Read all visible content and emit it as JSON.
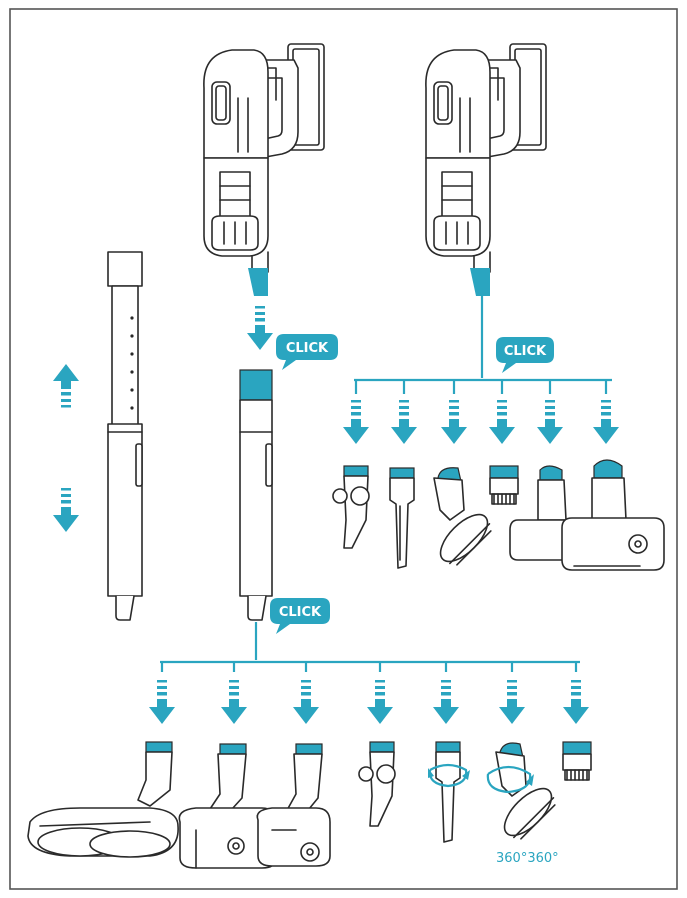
{
  "labels": {
    "click_top": "CLICK",
    "click_middle": "CLICK",
    "click_bottom": "CLICK",
    "rotation": "360°360°"
  },
  "colors": {
    "accent": "#2aa5c0",
    "line": "#2a2a2a",
    "frame": "#555555"
  },
  "icons": {
    "arrow": "striped-down-arrow",
    "arrow_up": "striped-up-arrow",
    "bubble": "speech-bubble"
  }
}
